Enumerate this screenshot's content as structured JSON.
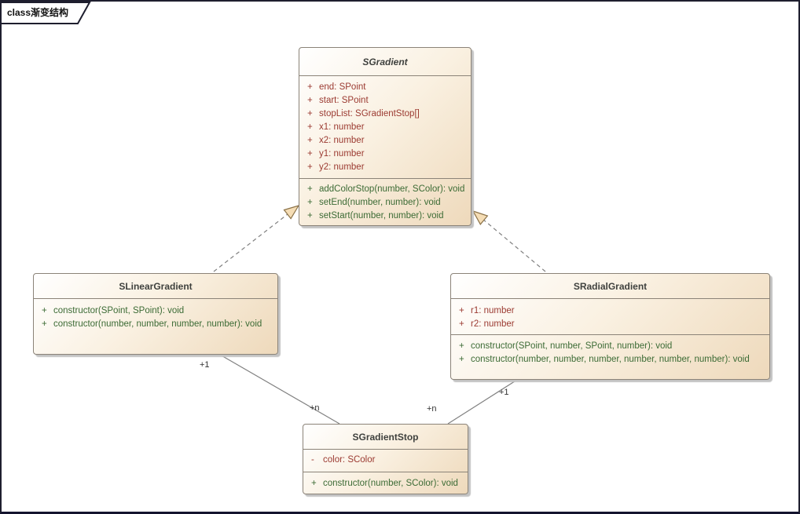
{
  "frame": {
    "label": "class渐变结构"
  },
  "classes": [
    {
      "name": "SGradient",
      "abstract": true,
      "attributes": [
        {
          "vis": "+",
          "text": "end: SPoint"
        },
        {
          "vis": "+",
          "text": "start: SPoint"
        },
        {
          "vis": "+",
          "text": "stopList: SGradientStop[]"
        },
        {
          "vis": "+",
          "text": "x1: number"
        },
        {
          "vis": "+",
          "text": "x2: number"
        },
        {
          "vis": "+",
          "text": "y1: number"
        },
        {
          "vis": "+",
          "text": "y2: number"
        }
      ],
      "operations": [
        {
          "vis": "+",
          "text": "addColorStop(number, SColor): void"
        },
        {
          "vis": "+",
          "text": "setEnd(number, number): void"
        },
        {
          "vis": "+",
          "text": "setStart(number, number): void"
        }
      ]
    },
    {
      "name": "SLinearGradient",
      "abstract": false,
      "attributes": [],
      "operations": [
        {
          "vis": "+",
          "text": "constructor(SPoint, SPoint): void"
        },
        {
          "vis": "+",
          "text": "constructor(number, number, number, number): void"
        }
      ]
    },
    {
      "name": "SRadialGradient",
      "abstract": false,
      "attributes": [
        {
          "vis": "+",
          "text": "r1: number"
        },
        {
          "vis": "+",
          "text": "r2: number"
        }
      ],
      "operations": [
        {
          "vis": "+",
          "text": "constructor(SPoint, number, SPoint, number): void"
        },
        {
          "vis": "+",
          "text": "constructor(number, number, number, number, number, number): void"
        }
      ]
    },
    {
      "name": "SGradientStop",
      "abstract": false,
      "attributes": [
        {
          "vis": "-",
          "text": "color: SColor"
        }
      ],
      "operations": [
        {
          "vis": "+",
          "text": "constructor(number, SColor): void"
        }
      ]
    }
  ],
  "relations": {
    "linear_to_gradient": {
      "type": "generalization-dashed",
      "from": "SLinearGradient",
      "to": "SGradient"
    },
    "radial_to_gradient": {
      "type": "generalization-dashed",
      "from": "SRadialGradient",
      "to": "SGradient"
    },
    "linear_to_stop": {
      "type": "association",
      "from": "SLinearGradient",
      "to": "SGradientStop",
      "from_label": "+1",
      "to_label": "+n"
    },
    "radial_to_stop": {
      "type": "association",
      "from": "SRadialGradient",
      "to": "SGradientStop",
      "from_label": "+1",
      "to_label": "+n"
    }
  },
  "colors": {
    "attribute_text": "#9b3a31",
    "operation_text": "#3c6b35",
    "box_border": "#8b8378",
    "box_fill_light": "#ffffff",
    "box_fill_dark": "#eed9bb",
    "connector": "#808080",
    "arrow_fill": "#f5ddb5",
    "arrow_stroke": "#8a7147"
  }
}
